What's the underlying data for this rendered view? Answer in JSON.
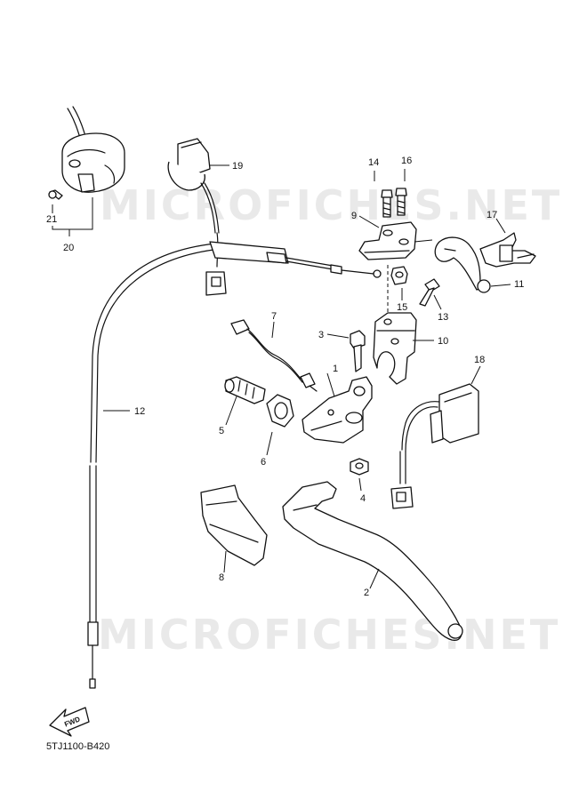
{
  "watermark": "MICROFICHES.NET",
  "diagram_code": "5TJ1100-B420",
  "fwd_label": "FWD",
  "callouts": [
    "1",
    "2",
    "3",
    "4",
    "5",
    "6",
    "7",
    "8",
    "9",
    "10",
    "11",
    "12",
    "13",
    "14",
    "15",
    "16",
    "17",
    "18",
    "19",
    "20",
    "21"
  ]
}
